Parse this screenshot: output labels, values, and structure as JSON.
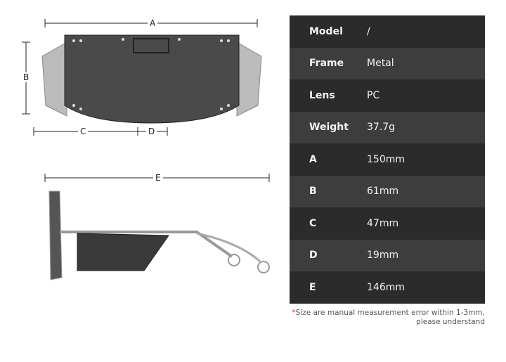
{
  "dimensions": {
    "a": "A",
    "b": "B",
    "c": "C",
    "d": "D",
    "e": "E"
  },
  "specs": [
    {
      "label": "Model",
      "value": "/"
    },
    {
      "label": "Frame",
      "value": "Metal"
    },
    {
      "label": "Lens",
      "value": "PC"
    },
    {
      "label": "Weight",
      "value": "37.7g"
    },
    {
      "label": "A",
      "value": "150mm"
    },
    {
      "label": "B",
      "value": "61mm"
    },
    {
      "label": "C",
      "value": "47mm"
    },
    {
      "label": "D",
      "value": "19mm"
    },
    {
      "label": "E",
      "value": "146mm"
    }
  ],
  "note": {
    "star": "*",
    "line1": "Size are manual measurement error within 1-3mm,",
    "line2": "please understand"
  }
}
